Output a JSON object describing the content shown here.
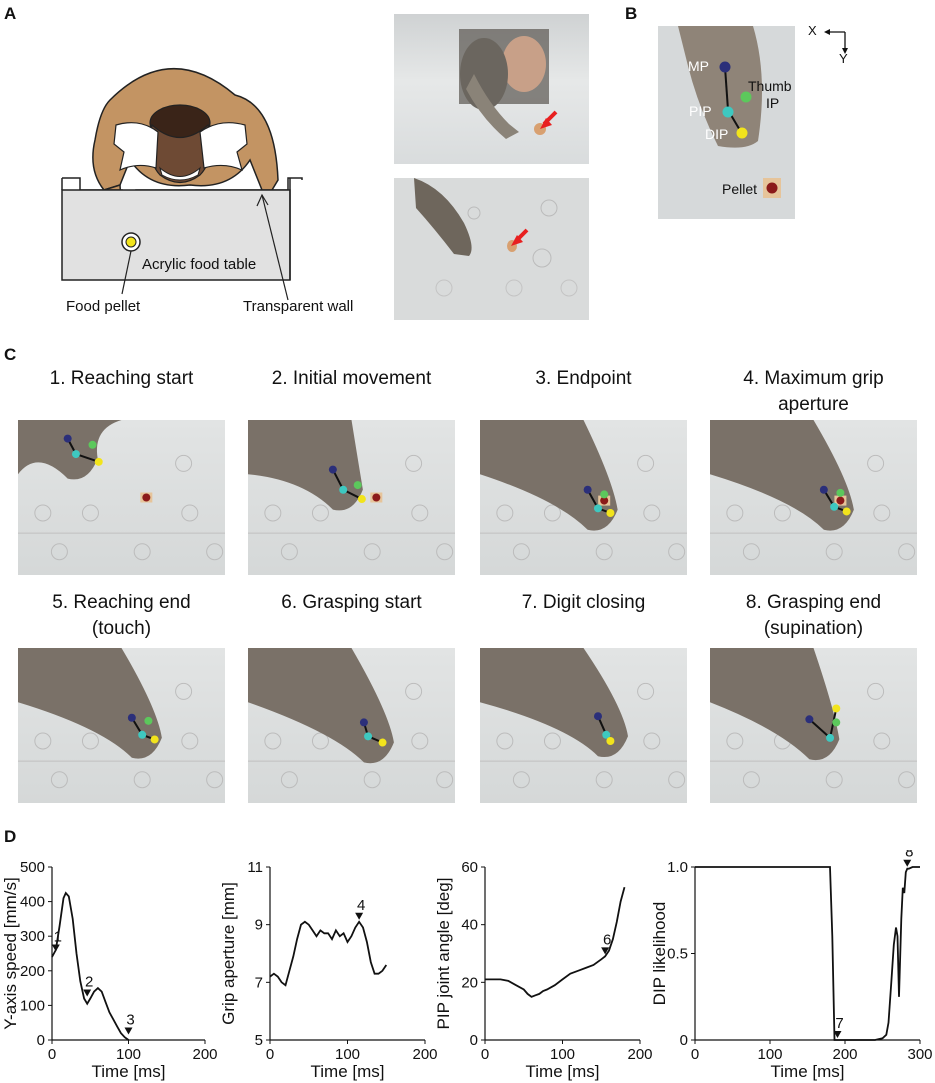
{
  "panels": {
    "a": "A",
    "b": "B",
    "c": "C",
    "d": "D"
  },
  "panel_a": {
    "labels": {
      "table": "Acrylic food table",
      "pellet": "Food pellet",
      "wall": "Transparent wall"
    }
  },
  "panel_b": {
    "axes": {
      "x": "X",
      "y": "Y"
    },
    "labels": {
      "mp": "MP",
      "thumb": "Thumb",
      "thumb2": "IP",
      "pip": "PIP",
      "dip": "DIP",
      "pellet": "Pellet"
    }
  },
  "panel_c": {
    "phases": [
      {
        "line1": "1. Reaching start",
        "line2": ""
      },
      {
        "line1": "2. Initial movement",
        "line2": ""
      },
      {
        "line1": "3. Endpoint",
        "line2": ""
      },
      {
        "line1": "4. Maximum grip",
        "line2": "aperture"
      },
      {
        "line1": "5. Reaching end",
        "line2": "(touch)"
      },
      {
        "line1": "6. Grasping start",
        "line2": ""
      },
      {
        "line1": "7. Digit closing",
        "line2": ""
      },
      {
        "line1": "8. Grasping end",
        "line2": "(supination)"
      }
    ]
  },
  "colors": {
    "mp": "#2b2f7a",
    "thumb": "#5cc85c",
    "pip": "#3ec8c0",
    "dip": "#f2e41c",
    "pellet": "#8b1a1a",
    "arrow": "#e82020",
    "fur": "#c39463"
  },
  "chart_data": [
    {
      "type": "line",
      "xlabel": "Time [ms]",
      "ylabel": "Y-axis speed [mm/s]",
      "xlim": [
        0,
        200
      ],
      "ylim": [
        0,
        500
      ],
      "xticks": [
        "0",
        "100",
        "200"
      ],
      "yticks": [
        "0",
        "100",
        "200",
        "300",
        "400",
        "500"
      ],
      "x": [
        0,
        5,
        10,
        15,
        18,
        22,
        27,
        32,
        37,
        42,
        46,
        50,
        55,
        60,
        65,
        70,
        75,
        80,
        85,
        90,
        95,
        100
      ],
      "y": [
        240,
        260,
        330,
        410,
        425,
        415,
        350,
        250,
        170,
        120,
        105,
        120,
        140,
        150,
        140,
        110,
        80,
        60,
        40,
        20,
        8,
        0
      ],
      "annotations": [
        {
          "label": "1",
          "x": 5,
          "y": 250
        },
        {
          "label": "2",
          "x": 46,
          "y": 120
        },
        {
          "label": "3",
          "x": 100,
          "y": 10
        }
      ]
    },
    {
      "type": "line",
      "xlabel": "Time [ms]",
      "ylabel": "Grip aperture [mm]",
      "xlim": [
        0,
        200
      ],
      "ylim": [
        5,
        11
      ],
      "xticks": [
        "0",
        "100",
        "200"
      ],
      "yticks": [
        "5",
        "7",
        "9",
        "11"
      ],
      "x": [
        0,
        5,
        10,
        15,
        20,
        25,
        30,
        35,
        40,
        45,
        50,
        55,
        60,
        65,
        70,
        75,
        80,
        85,
        90,
        95,
        100,
        105,
        110,
        115,
        120,
        125,
        130,
        135,
        140,
        145,
        150
      ],
      "y": [
        7.2,
        7.3,
        7.2,
        7.0,
        6.9,
        7.4,
        7.9,
        8.5,
        9.0,
        9.1,
        9.0,
        8.8,
        8.6,
        8.8,
        8.7,
        8.7,
        8.5,
        8.8,
        8.6,
        8.7,
        8.4,
        8.6,
        8.9,
        9.1,
        8.9,
        8.4,
        7.7,
        7.3,
        7.3,
        7.4,
        7.6
      ],
      "annotations": [
        {
          "label": "4",
          "x": 115,
          "y": 9.1
        }
      ]
    },
    {
      "type": "line",
      "xlabel": "Time [ms]",
      "ylabel": "PIP joint angle [deg]",
      "xlim": [
        0,
        200
      ],
      "ylim": [
        0,
        60
      ],
      "xticks": [
        "0",
        "100",
        "200"
      ],
      "yticks": [
        "0",
        "20",
        "40",
        "60"
      ],
      "x": [
        0,
        10,
        20,
        30,
        40,
        50,
        55,
        60,
        65,
        70,
        75,
        80,
        90,
        100,
        110,
        120,
        130,
        140,
        150,
        155,
        160,
        165,
        170,
        175,
        180
      ],
      "y": [
        21,
        21,
        21,
        20.5,
        19,
        17.5,
        16,
        15,
        15.5,
        16,
        17,
        17.5,
        19,
        21,
        23,
        24,
        25,
        26,
        28,
        29,
        31,
        35,
        41,
        48,
        53
      ],
      "annotations": [
        {
          "label": "6",
          "x": 155,
          "y": 29
        }
      ]
    },
    {
      "type": "line",
      "xlabel": "Time [ms]",
      "ylabel": "DIP likelihood",
      "xlim": [
        0,
        300
      ],
      "ylim": [
        0,
        1.0
      ],
      "xticks": [
        "0",
        "100",
        "200",
        "300"
      ],
      "yticks": [
        "0",
        "0.5",
        "1.0"
      ],
      "x": [
        0,
        180,
        183,
        186,
        190,
        200,
        220,
        240,
        250,
        255,
        258,
        262,
        265,
        268,
        270,
        272,
        275,
        277,
        279,
        281,
        283,
        285,
        290,
        300
      ],
      "y": [
        1.0,
        1.0,
        0.6,
        0.0,
        0.0,
        0.0,
        0.0,
        0.0,
        0.01,
        0.03,
        0.1,
        0.35,
        0.55,
        0.65,
        0.6,
        0.25,
        0.7,
        0.88,
        0.85,
        0.97,
        0.99,
        0.99,
        1.0,
        1.0
      ],
      "annotations": [
        {
          "label": "7",
          "x": 190,
          "y": 0
        },
        {
          "label": "8",
          "x": 283,
          "y": 0.99
        }
      ]
    }
  ]
}
